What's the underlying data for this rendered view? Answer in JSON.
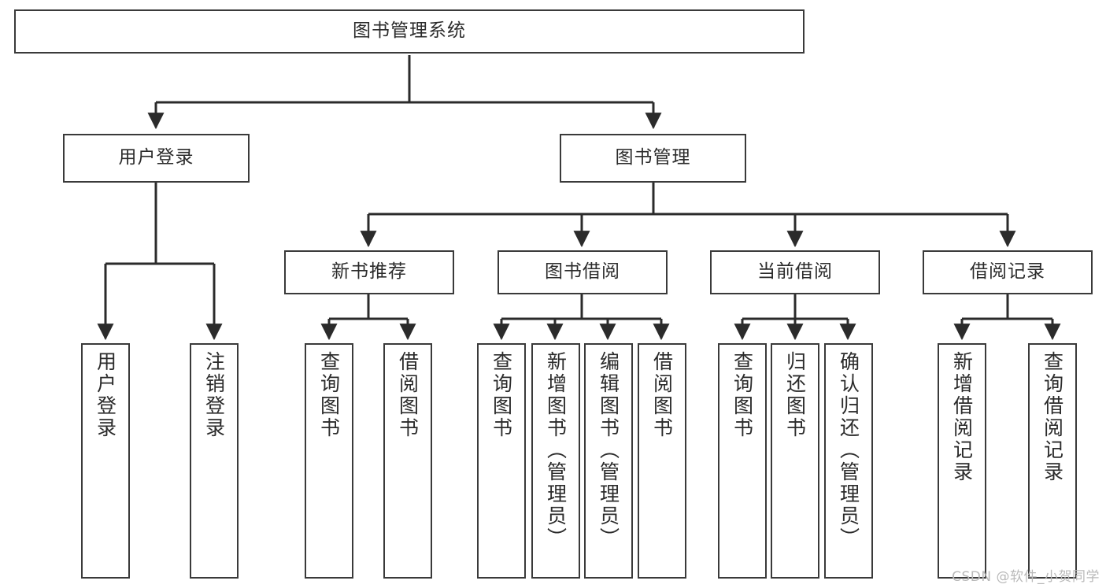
{
  "diagram": {
    "title": "图书管理系统",
    "type": "tree-hierarchy-diagram",
    "colors": {
      "box_border": "#3a3a3a",
      "box_fill": "#ffffff",
      "connector": "#2b2b2b",
      "text": "#2b2b2b",
      "watermark": "#b9b9b9",
      "background": "#ffffff"
    }
  },
  "watermark": {
    "text": "CSDN @软件_小贺同学"
  },
  "nodes": {
    "root": {
      "label": "图书管理系统"
    },
    "level2": [
      {
        "label": "用户登录"
      },
      {
        "label": "图书管理"
      }
    ],
    "level3": [
      {
        "label": "新书推荐"
      },
      {
        "label": "图书借阅"
      },
      {
        "label": "当前借阅"
      },
      {
        "label": "借阅记录"
      }
    ],
    "leaves": {
      "user_login": [
        {
          "label": "用户登录"
        },
        {
          "label": "注销登录"
        }
      ],
      "new_book_recommend": [
        {
          "label": "查询图书"
        },
        {
          "label": "借阅图书"
        }
      ],
      "book_borrow": [
        {
          "label": "查询图书"
        },
        {
          "label": "新增图书（管理员）"
        },
        {
          "label": "编辑图书（管理员）"
        },
        {
          "label": "借阅图书"
        }
      ],
      "current_borrow": [
        {
          "label": "查询图书"
        },
        {
          "label": "归还图书"
        },
        {
          "label": "确认归还（管理员）"
        }
      ],
      "borrow_record": [
        {
          "label": "新增借阅记录"
        },
        {
          "label": "查询借阅记录"
        }
      ]
    }
  }
}
